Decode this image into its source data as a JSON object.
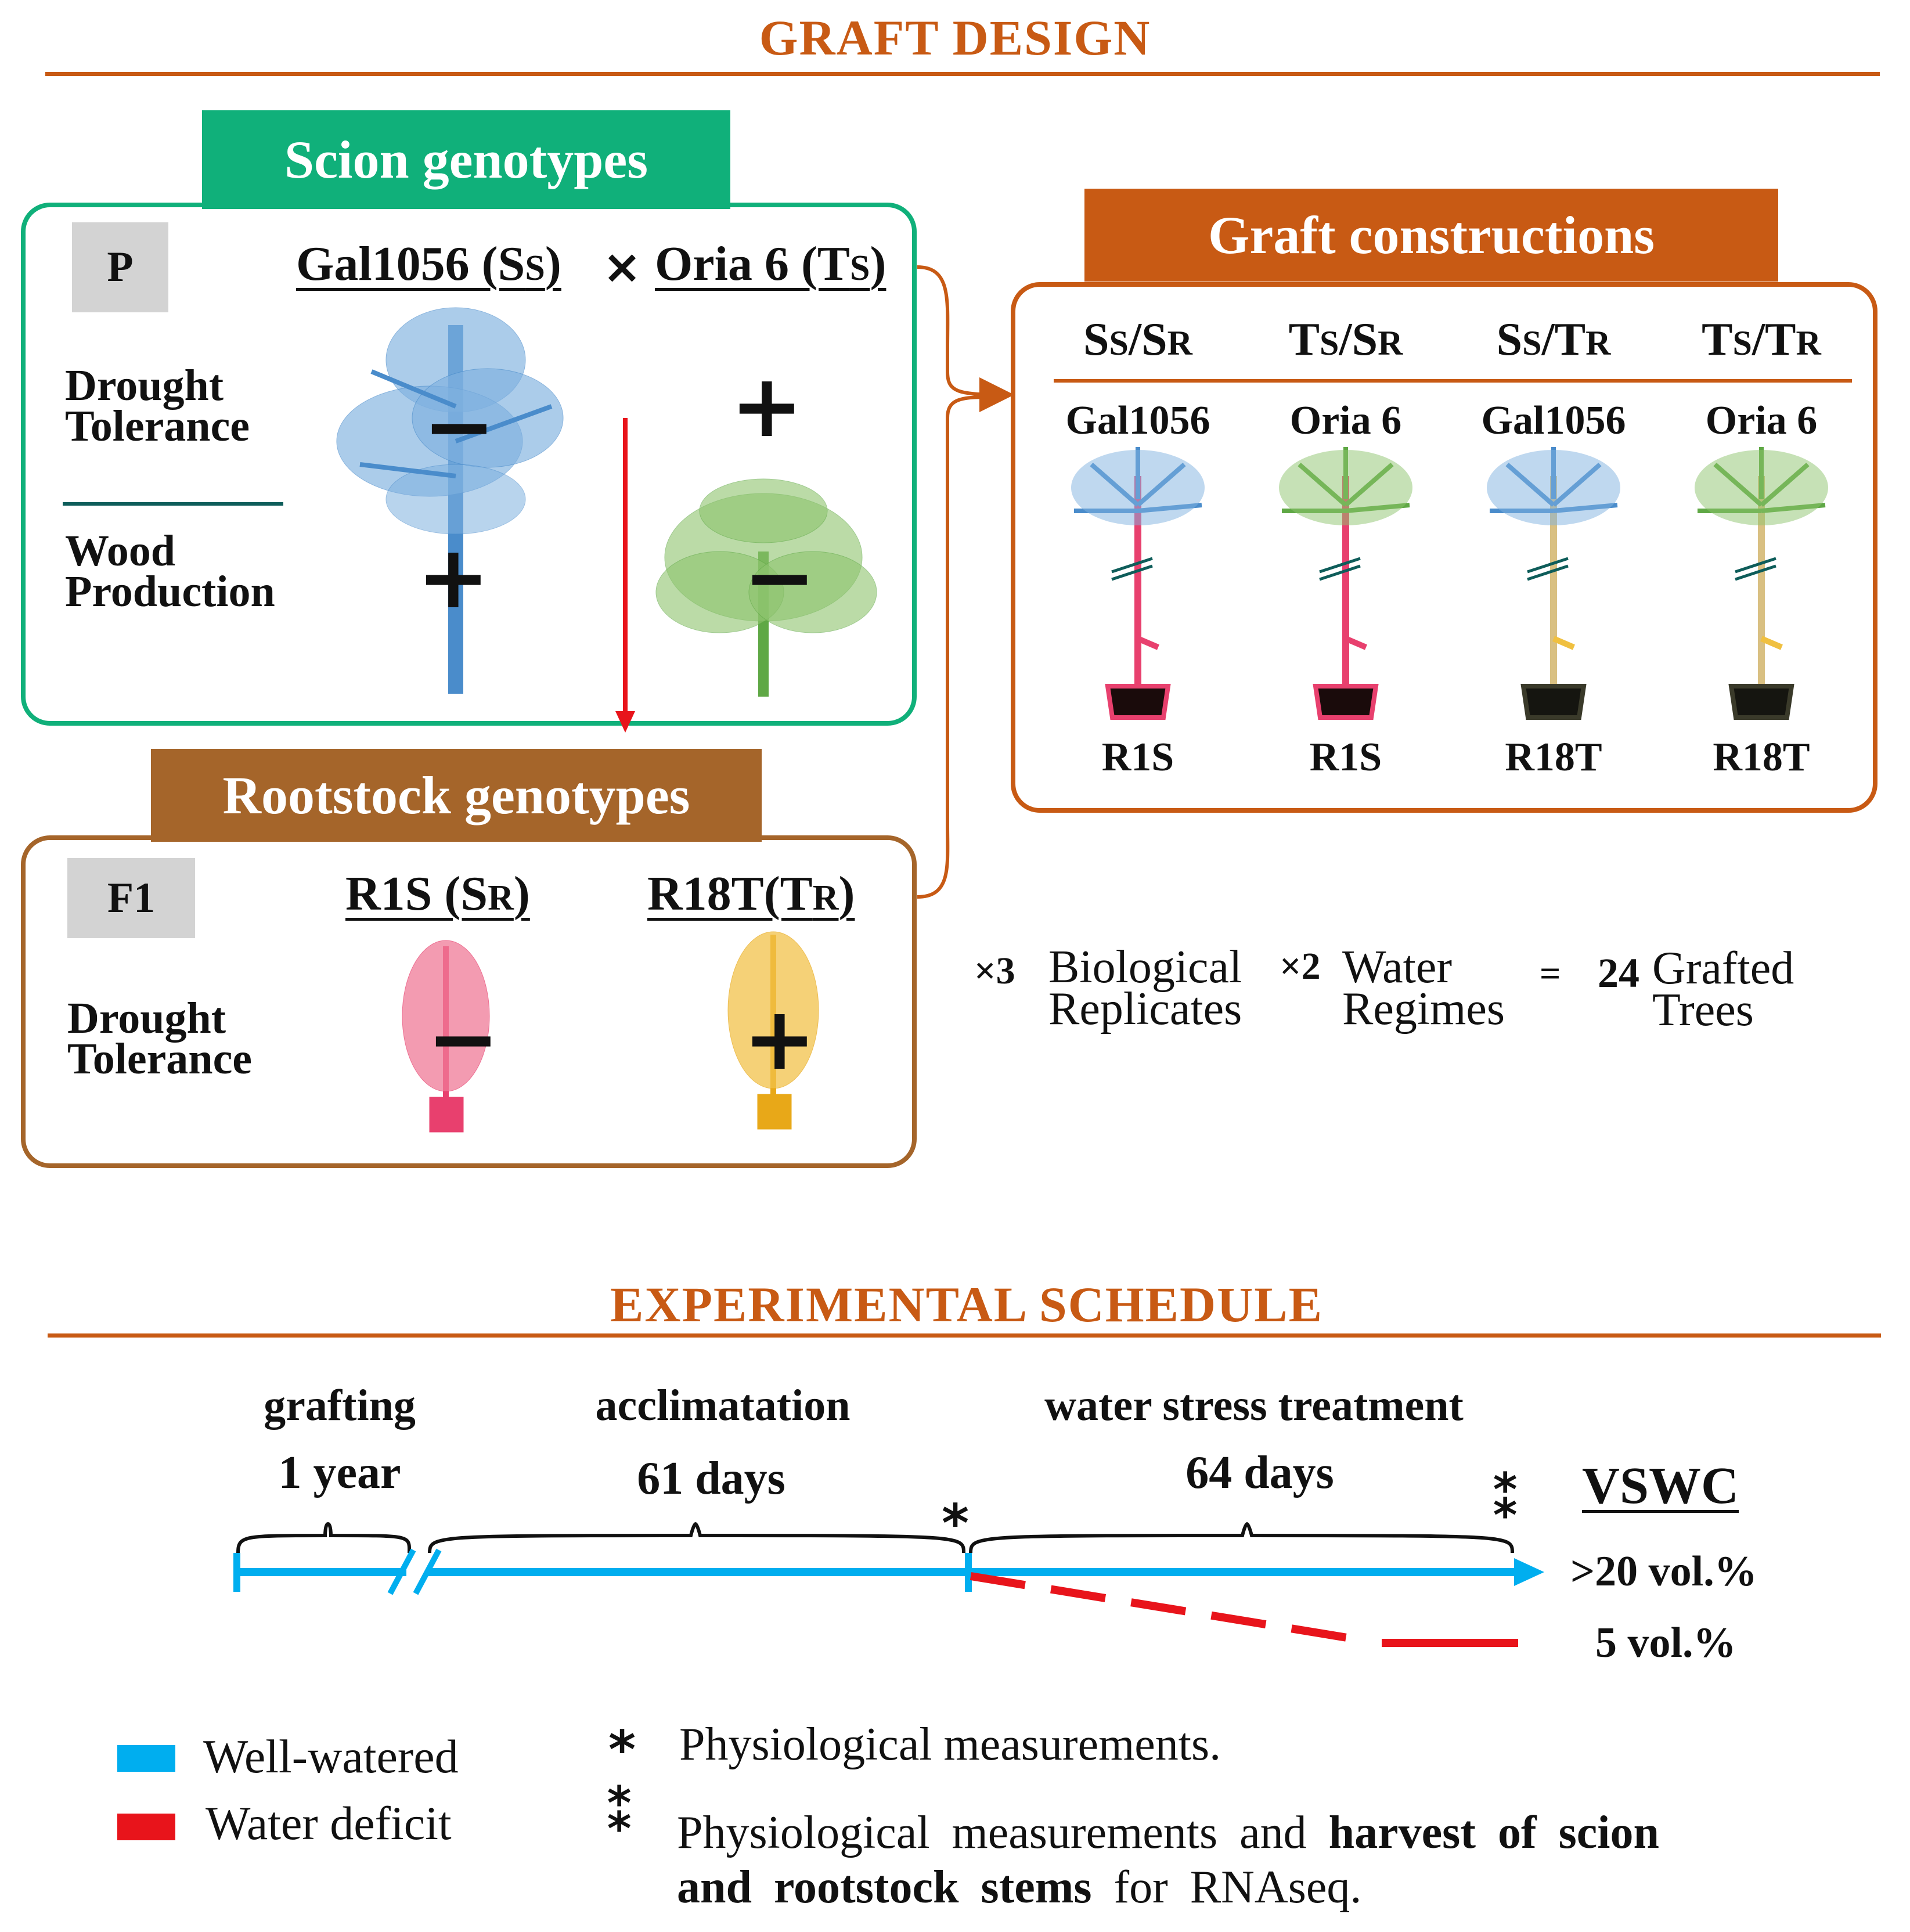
{
  "graft_design": {
    "title": "GRAFT DESIGN",
    "scion": {
      "tab": "Scion genotypes",
      "generation": "P",
      "genotype1": {
        "name": "Gal1056 (S",
        "sub": "S",
        "close": ")"
      },
      "cross": "×",
      "genotype2": {
        "name": "Oria 6 (T",
        "sub": "S",
        "close": ")"
      },
      "trait1": "Drought\nTolerance",
      "trait2": "Wood\nProduction",
      "g1_drought": "−",
      "g1_wood": "+",
      "g2_drought": "+",
      "g2_wood": "−"
    },
    "rootstock": {
      "tab": "Rootstock genotypes",
      "generation": "F1",
      "genotype1": {
        "name": "R1S (S",
        "sub": "R",
        "close": ")"
      },
      "genotype2": {
        "name": "R18T(T",
        "sub": "R",
        "close": ")"
      },
      "trait": "Drought\nTolerance",
      "g1_drought": "−",
      "g2_drought": "+"
    },
    "constructions": {
      "tab": "Graft constructions",
      "columns": [
        {
          "combo_a": "S",
          "combo_a_sub": "S",
          "sep": "/",
          "combo_b": "S",
          "combo_b_sub": "R",
          "scion": "Gal1056",
          "rootstock": "R1S"
        },
        {
          "combo_a": "T",
          "combo_a_sub": "S",
          "sep": "/",
          "combo_b": "S",
          "combo_b_sub": "R",
          "scion": "Oria 6",
          "rootstock": "R1S"
        },
        {
          "combo_a": "S",
          "combo_a_sub": "S",
          "sep": "/",
          "combo_b": "T",
          "combo_b_sub": "R",
          "scion": "Gal1056",
          "rootstock": "R18T"
        },
        {
          "combo_a": "T",
          "combo_a_sub": "S",
          "sep": "/",
          "combo_b": "T",
          "combo_b_sub": "R",
          "scion": "Oria 6",
          "rootstock": "R18T"
        }
      ]
    },
    "equation": {
      "mult1": "×3",
      "term1": "Biological\nReplicates",
      "mult2": "×2",
      "term2": "Water\nRegimes",
      "equals": "=",
      "total": "24",
      "term3": "Grafted\nTrees"
    }
  },
  "schedule": {
    "title": "EXPERIMENTAL SCHEDULE",
    "phases": [
      {
        "label": "grafting",
        "duration": "1 year"
      },
      {
        "label": "acclimatation",
        "duration": "61 days"
      },
      {
        "label": "water stress treatment",
        "duration": "64 days"
      }
    ],
    "vswc_title": "VSWC",
    "vswc_high": ">20 vol.%",
    "vswc_low": "5 vol.%",
    "single_mark": "*",
    "double_mark": "⁑"
  },
  "legend": {
    "well_watered": "Well-watered",
    "water_deficit": "Water deficit",
    "mark1_text": "Physiological measurements.",
    "mark2_text_plain1": "Physiological measurements and ",
    "mark2_text_bold1": "harvest of scion",
    "mark2_text_bold2": "and rootstock stems",
    "mark2_text_plain2": " for RNAseq."
  },
  "colors": {
    "accent_orange": "#C85A14",
    "scion_green": "#10B07A",
    "rootstock_brown": "#A5652A",
    "well_watered_blue": "#00AEEF",
    "water_deficit_red": "#E8141B",
    "tree_blue": "#4A8CCB",
    "tree_green": "#5FA845",
    "tree_pink": "#E8406E",
    "tree_yellow": "#E8A818"
  }
}
